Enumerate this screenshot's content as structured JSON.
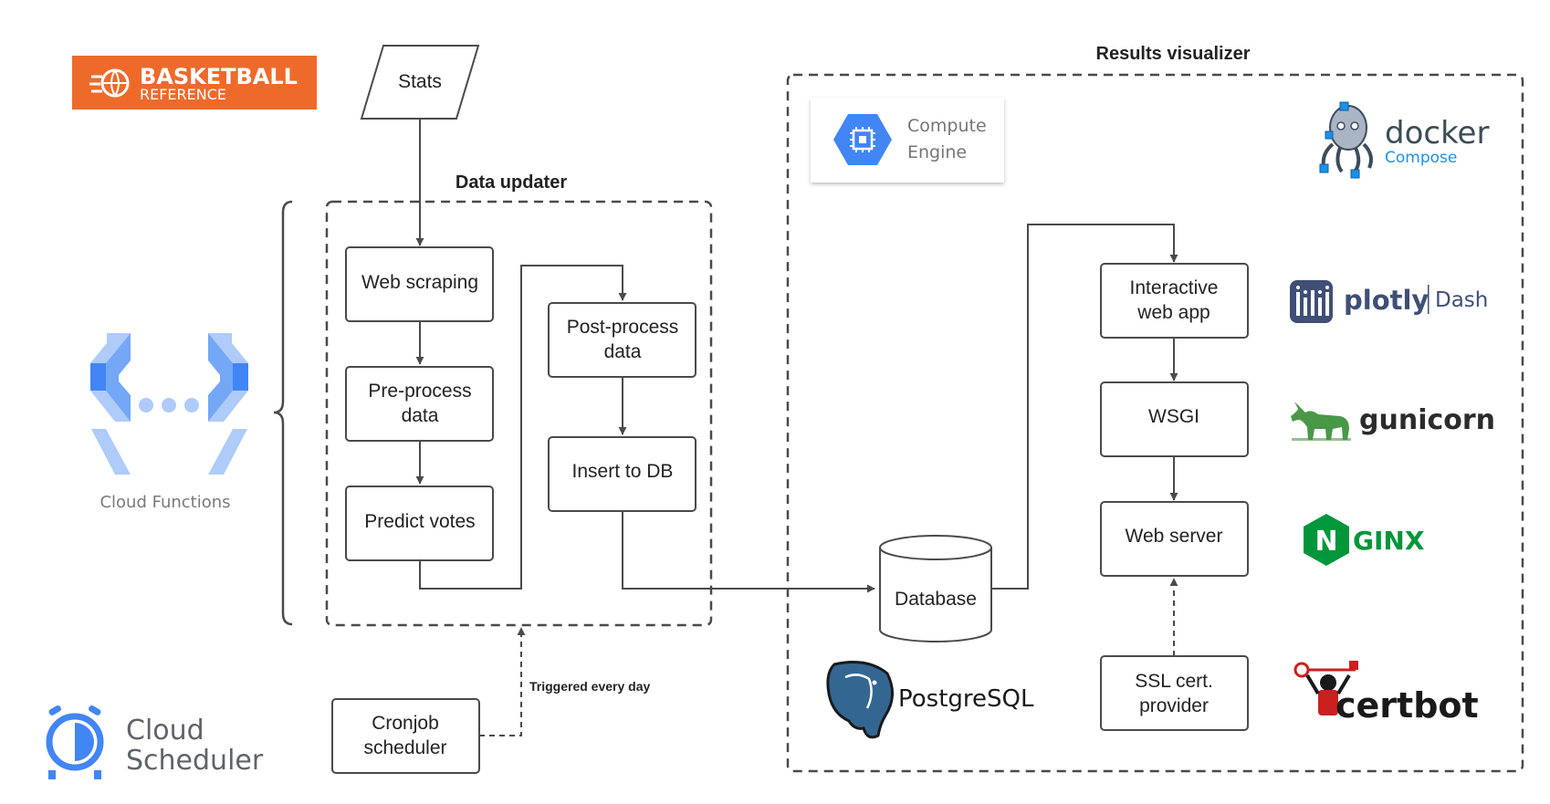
{
  "groups": {
    "data_updater": "Data updater",
    "results_visualizer": "Results visualizer"
  },
  "nodes": {
    "stats": "Stats",
    "web_scraping": "Web scraping",
    "pre_process": [
      "Pre-process",
      "data"
    ],
    "predict_votes": "Predict votes",
    "post_process": [
      "Post-process",
      "data"
    ],
    "insert_db": "Insert to DB",
    "database": "Database",
    "interactive_web_app": [
      "Interactive",
      "web app"
    ],
    "wsgi": "WSGI",
    "web_server": "Web server",
    "ssl_provider": [
      "SSL cert.",
      "provider"
    ],
    "cronjob": [
      "Cronjob",
      "scheduler"
    ]
  },
  "edge_labels": {
    "trigger": "Triggered every day"
  },
  "logos": {
    "basketball_reference": [
      "BASKETBALL",
      "REFERENCE"
    ],
    "cloud_functions": "Cloud Functions",
    "cloud_scheduler": [
      "Cloud",
      "Scheduler"
    ],
    "compute_engine": [
      "Compute",
      "Engine"
    ],
    "docker": [
      "docker",
      "Compose"
    ],
    "plotly": [
      "plotly",
      "Dash"
    ],
    "gunicorn": "gunicorn",
    "nginx": [
      "N",
      "GINX"
    ],
    "postgres": "PostgreSQL",
    "certbot": "certbot"
  },
  "colors": {
    "box_stroke": "#4a4a4a",
    "bball_orange": "#ee6a2b",
    "gcp_blue": "#4285f4",
    "gcp_light_blue": "#aecbfa",
    "docker_blue": "#1d91e6",
    "plotly_navy": "#3f4f75",
    "gunicorn_green": "#499848",
    "nginx_green": "#009639",
    "postgres_blue": "#336791",
    "certbot_red": "#cc1f1f"
  }
}
